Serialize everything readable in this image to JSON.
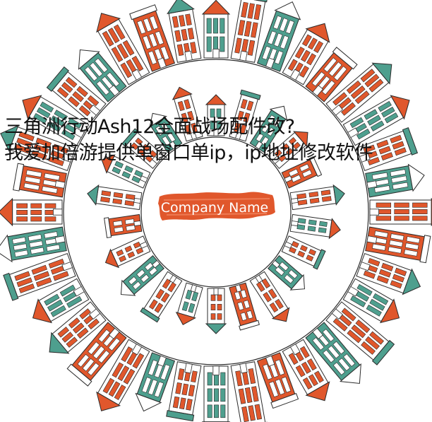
{
  "headline": {
    "line1": "三角洲行动Ash12全面战场配件改?",
    "line2": "我爱加倍游提供单窗口单ip，ip地址修改软件"
  },
  "banner": {
    "text": "Company Name"
  },
  "palette": {
    "orange": "#e0572c",
    "teal": "#4e9f8e",
    "ink": "#2b2b2b",
    "paper": "#ffffff"
  },
  "illustration": {
    "outer_ring_houses": 36,
    "inner_ring_houses": 22
  }
}
